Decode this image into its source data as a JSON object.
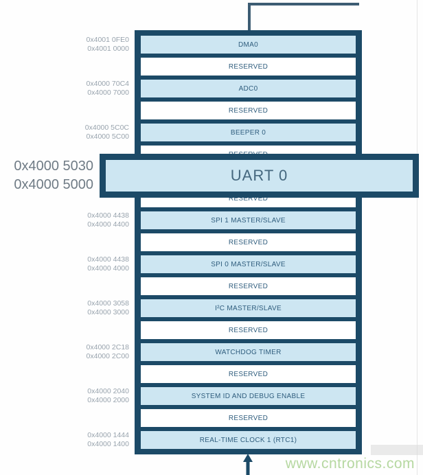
{
  "colors": {
    "navy": "#1c4a67",
    "connector": "#3d5c73",
    "fill": "#cde6f2",
    "rowtext": "#2f5d7d",
    "addrgray": "#98a3ad",
    "bigaddrgray": "#6f7b85",
    "wmgreen": "#b6d8a1"
  },
  "rows": [
    {
      "type": "peripheral",
      "label": "DMA0",
      "addr_end": "0x4001 0FE0",
      "addr_start": "0x4001 0000"
    },
    {
      "type": "reserved",
      "label": "RESERVED"
    },
    {
      "type": "peripheral",
      "label": "ADC0",
      "addr_end": "0x4000 70C4",
      "addr_start": "0x4000 7000"
    },
    {
      "type": "reserved",
      "label": "RESERVED"
    },
    {
      "type": "peripheral",
      "label": "BEEPER 0",
      "addr_end": "0x4000 5C0C",
      "addr_start": "0x4000 5C00"
    },
    {
      "type": "reserved",
      "label": "RESERVED"
    },
    {
      "type": "peripheral",
      "label": "UART 0",
      "addr_end": "0x4000 5030",
      "addr_start": "0x4000 5000",
      "highlight": true
    },
    {
      "type": "reserved",
      "label": "RESERVED"
    },
    {
      "type": "peripheral",
      "label": "SPI 1 MASTER/SLAVE",
      "addr_end": "0x4000 4438",
      "addr_start": "0x4000 4400"
    },
    {
      "type": "reserved",
      "label": "RESERVED"
    },
    {
      "type": "peripheral",
      "label": "SPI 0 MASTER/SLAVE",
      "addr_end": "0x4000 4438",
      "addr_start": "0x4000 4000"
    },
    {
      "type": "reserved",
      "label": "RESERVED"
    },
    {
      "type": "peripheral",
      "label": "I²C MASTER/SLAVE",
      "addr_end": "0x4000 3058",
      "addr_start": "0x4000 3000"
    },
    {
      "type": "reserved",
      "label": "RESERVED"
    },
    {
      "type": "peripheral",
      "label": "WATCHDOG TIMER",
      "addr_end": "0x4000 2C18",
      "addr_start": "0x4000 2C00"
    },
    {
      "type": "reserved",
      "label": "RESERVED"
    },
    {
      "type": "peripheral",
      "label": "SYSTEM ID AND DEBUG ENABLE",
      "addr_end": "0x4000 2040",
      "addr_start": "0x4000 2000"
    },
    {
      "type": "reserved",
      "label": "RESERVED"
    },
    {
      "type": "peripheral",
      "label": "REAL-TIME CLOCK 1 (RTC1)",
      "addr_end": "0x4000 1444",
      "addr_start": "0x4000 1400"
    }
  ],
  "callout": {
    "label": "UART 0",
    "addr_end": "0x4000 5030",
    "addr_start": "0x4000 5000"
  },
  "watermark": "www.cntronics.com"
}
